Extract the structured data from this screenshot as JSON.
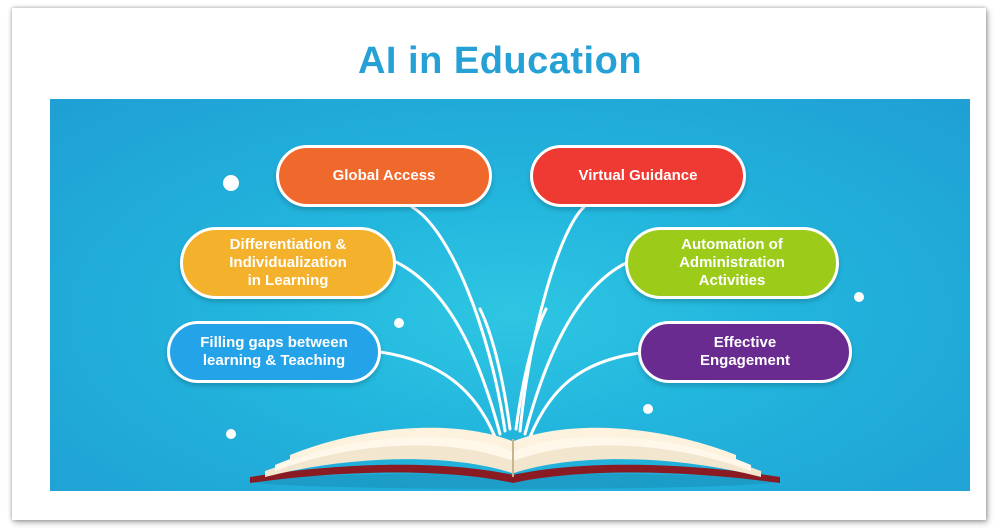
{
  "title": "AI in Education",
  "colors": {
    "title": "#26a1d6",
    "background": "#22b5dd",
    "global_access": "#f0692c",
    "virtual_guidance": "#ee3a33",
    "differentiation": "#f4b12b",
    "automation": "#9ccb19",
    "filling_gaps": "#25a3e8",
    "engagement": "#6a2b91",
    "book_pages": "#fff8ea",
    "book_cover": "#8a1b22"
  },
  "left_items": [
    {
      "label": "Global Access",
      "color": "#f0692c"
    },
    {
      "label": "Differentiation &\nIndividualization\nin Learning",
      "color": "#f4b12b"
    },
    {
      "label": "Filling gaps between\nlearning & Teaching",
      "color": "#25a3e8"
    }
  ],
  "right_items": [
    {
      "label": "Virtual Guidance",
      "color": "#ee3a33"
    },
    {
      "label": "Automation of\nAdministration\nActivities",
      "color": "#9ccb19"
    },
    {
      "label": "Effective\nEngagement",
      "color": "#6a2b91"
    }
  ],
  "icons": {
    "book": "open-book-icon"
  }
}
